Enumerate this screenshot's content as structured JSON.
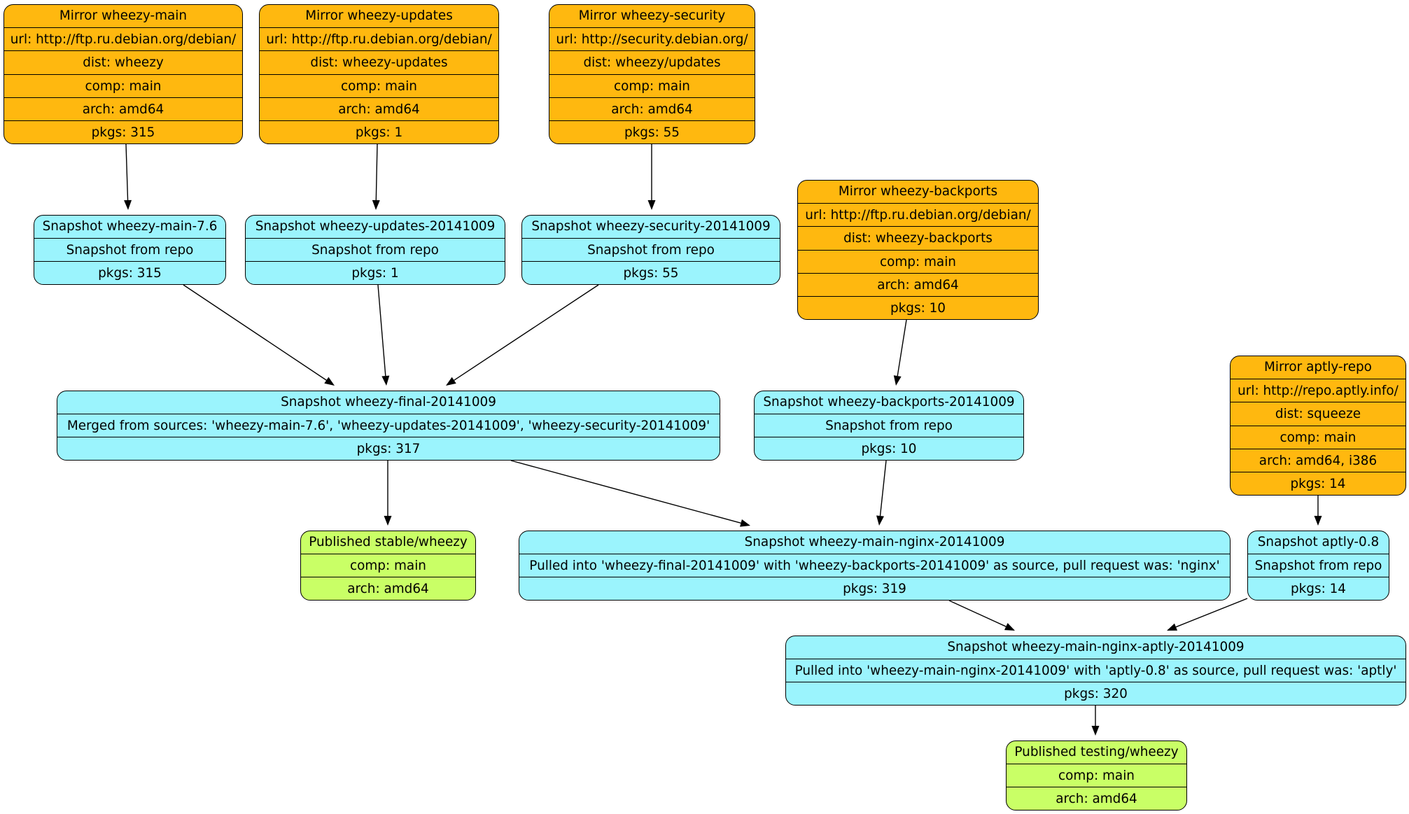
{
  "colors": {
    "mirror": "#ffb80f",
    "snapshot": "#9bf4fd",
    "published": "#c9ff66",
    "edge": "#000000"
  },
  "nodes": {
    "mirror_main": [
      "Mirror wheezy-main",
      "url: http://ftp.ru.debian.org/debian/",
      "dist: wheezy",
      "comp: main",
      "arch: amd64",
      "pkgs: 315"
    ],
    "mirror_updates": [
      "Mirror wheezy-updates",
      "url: http://ftp.ru.debian.org/debian/",
      "dist: wheezy-updates",
      "comp: main",
      "arch: amd64",
      "pkgs: 1"
    ],
    "mirror_security": [
      "Mirror wheezy-security",
      "url: http://security.debian.org/",
      "dist: wheezy/updates",
      "comp: main",
      "arch: amd64",
      "pkgs: 55"
    ],
    "mirror_backports": [
      "Mirror wheezy-backports",
      "url: http://ftp.ru.debian.org/debian/",
      "dist: wheezy-backports",
      "comp: main",
      "arch: amd64",
      "pkgs: 10"
    ],
    "mirror_aptly": [
      "Mirror aptly-repo",
      "url: http://repo.aptly.info/",
      "dist: squeeze",
      "comp: main",
      "arch: amd64, i386",
      "pkgs: 14"
    ],
    "snap_main": [
      "Snapshot wheezy-main-7.6",
      "Snapshot from repo",
      "pkgs: 315"
    ],
    "snap_updates": [
      "Snapshot wheezy-updates-20141009",
      "Snapshot from repo",
      "pkgs: 1"
    ],
    "snap_security": [
      "Snapshot wheezy-security-20141009",
      "Snapshot from repo",
      "pkgs: 55"
    ],
    "snap_backports": [
      "Snapshot wheezy-backports-20141009",
      "Snapshot from repo",
      "pkgs: 10"
    ],
    "snap_final": [
      "Snapshot wheezy-final-20141009",
      "Merged from sources: 'wheezy-main-7.6', 'wheezy-updates-20141009', 'wheezy-security-20141009'",
      "pkgs: 317"
    ],
    "snap_aptly": [
      "Snapshot aptly-0.8",
      "Snapshot from repo",
      "pkgs: 14"
    ],
    "pub_stable": [
      "Published stable/wheezy",
      "comp: main",
      "arch: amd64"
    ],
    "snap_nginx": [
      "Snapshot wheezy-main-nginx-20141009",
      "Pulled into 'wheezy-final-20141009' with 'wheezy-backports-20141009' as source, pull request was: 'nginx'",
      "pkgs: 319"
    ],
    "snap_nginx_aptly": [
      "Snapshot wheezy-main-nginx-aptly-20141009",
      "Pulled into 'wheezy-main-nginx-20141009' with 'aptly-0.8' as source, pull request was: 'aptly'",
      "pkgs: 320"
    ],
    "pub_testing": [
      "Published testing/wheezy",
      "comp: main",
      "arch: amd64"
    ]
  },
  "edges": [
    [
      "mirror_main",
      "snap_main"
    ],
    [
      "mirror_updates",
      "snap_updates"
    ],
    [
      "mirror_security",
      "snap_security"
    ],
    [
      "mirror_backports",
      "snap_backports"
    ],
    [
      "mirror_aptly",
      "snap_aptly"
    ],
    [
      "snap_main",
      "snap_final"
    ],
    [
      "snap_updates",
      "snap_final"
    ],
    [
      "snap_security",
      "snap_final"
    ],
    [
      "snap_final",
      "pub_stable"
    ],
    [
      "snap_final",
      "snap_nginx"
    ],
    [
      "snap_backports",
      "snap_nginx"
    ],
    [
      "snap_nginx",
      "snap_nginx_aptly"
    ],
    [
      "snap_aptly",
      "snap_nginx_aptly"
    ],
    [
      "snap_nginx_aptly",
      "pub_testing"
    ]
  ]
}
